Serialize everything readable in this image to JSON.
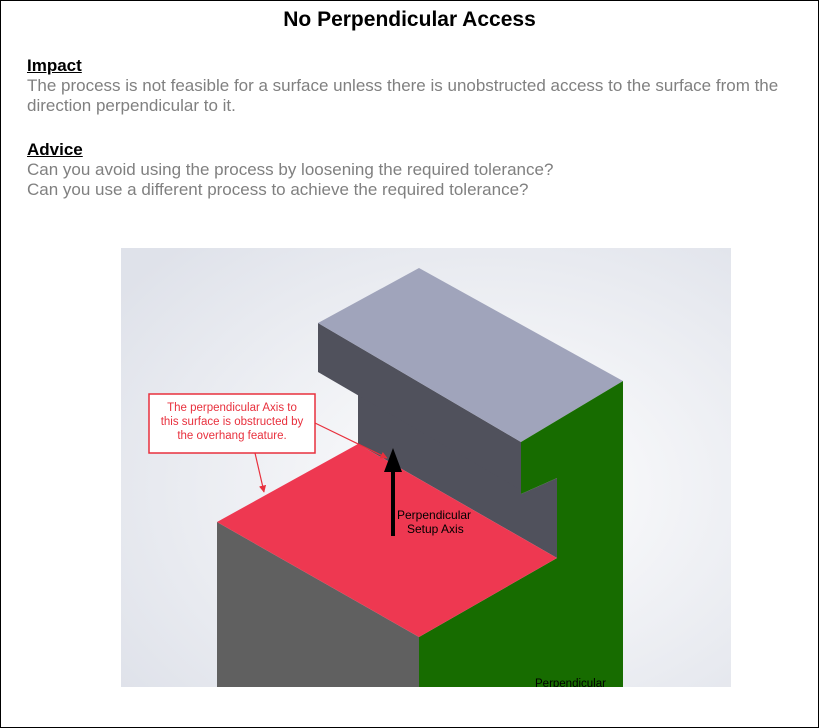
{
  "title": "No Perpendicular Access",
  "impact": {
    "heading": "Impact",
    "lines": [
      "The process is not feasible for a surface unless there is unobstructed access to the surface from the",
      "direction perpendicular to it."
    ]
  },
  "advice": {
    "heading": "Advice",
    "lines": [
      "Can you avoid using the process by loosening the required tolerance?",
      "Can you use a different process to achieve the required tolerance?"
    ]
  },
  "figure": {
    "callout_lines": [
      "The perpendicular Axis to",
      "this surface is obstructed by",
      "the overhang feature."
    ],
    "axis_label_lines": [
      "Perpendicular",
      "Setup Axis"
    ],
    "bottom_label": "Perpendicular",
    "colors": {
      "top_face": "#a0a4bb",
      "overhang_front": "#50515c",
      "red_face": "#ee3851",
      "left_side": "#606060",
      "green_side": "#176c00",
      "callout": "#e8303d"
    }
  }
}
